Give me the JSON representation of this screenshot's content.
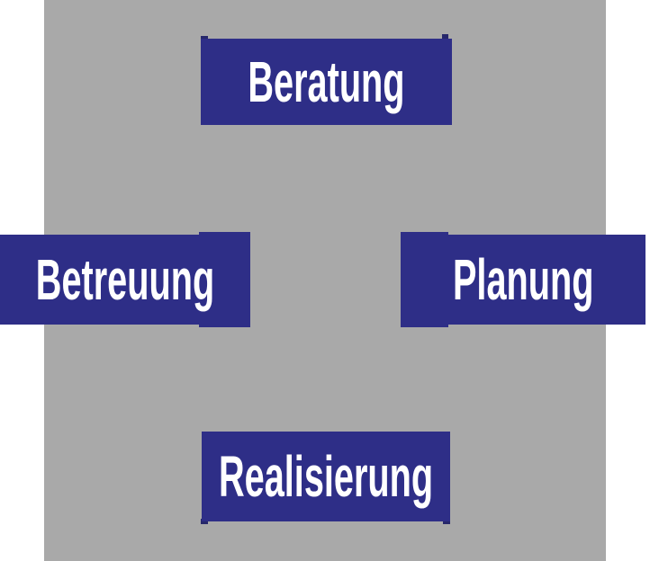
{
  "diagram": {
    "title": "process-cycle-diagram",
    "colors": {
      "page_background": "#FFFFFF",
      "square_background": "#A9A9A9",
      "node_fill": "#2E2E87",
      "connector_stub": "#26276B",
      "label_text": "#FFFFFF"
    },
    "nodes": [
      {
        "id": "beratung",
        "label": "Beratung",
        "position": "top"
      },
      {
        "id": "betreuung",
        "label": "Betreuung",
        "position": "left"
      },
      {
        "id": "planung",
        "label": "Planung",
        "position": "right"
      },
      {
        "id": "realisierung",
        "label": "Realisierung",
        "position": "bottom"
      }
    ]
  }
}
